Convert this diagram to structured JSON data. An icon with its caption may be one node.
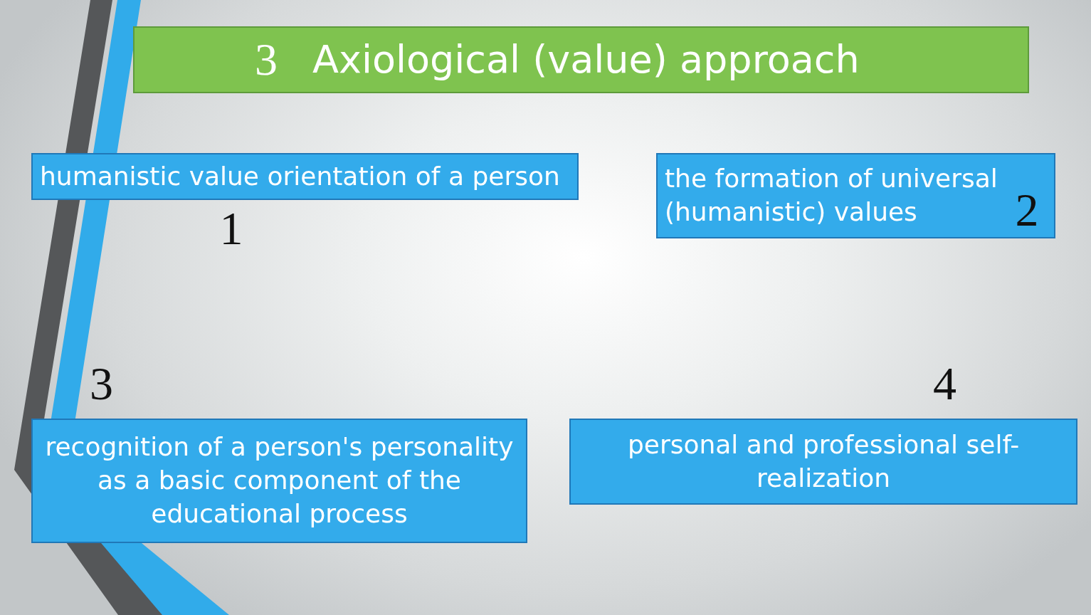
{
  "diagram": {
    "nodes": [
      {
        "text": [
          "3",
          "Axiological (value) approach"
        ]
      },
      {
        "text": [
          "humanistic value orientation of a person"
        ],
        "beside": [
          "1"
        ]
      },
      {
        "text": [
          "the formation of universal (humanistic) values",
          "2"
        ]
      },
      {
        "text": [
          "recognition of a person's personality as a basic component of the educational process"
        ],
        "beside": [
          "3"
        ]
      },
      {
        "text": [
          "personal and professional self-realization"
        ],
        "beside": [
          "4"
        ]
      }
    ]
  }
}
